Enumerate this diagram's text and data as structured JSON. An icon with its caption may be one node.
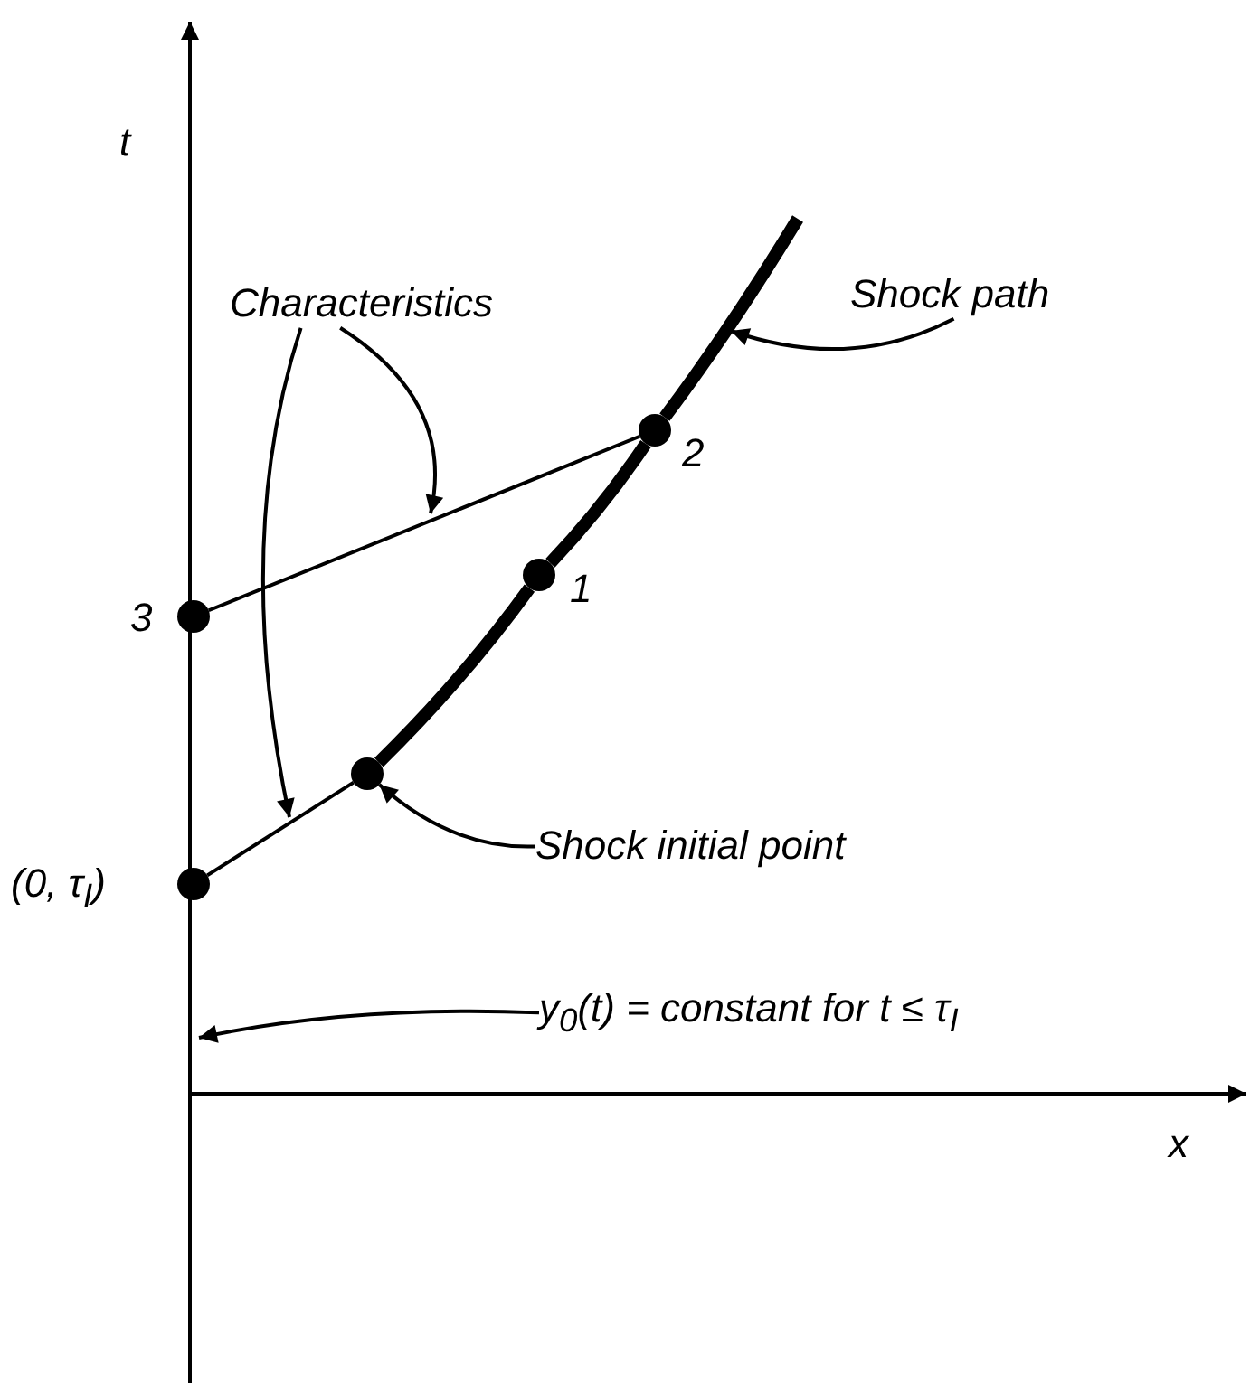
{
  "diagram": {
    "nodes": [
      {
        "text": [
          "Characteristics"
        ]
      },
      {
        "text": [
          "Shock path"
        ]
      },
      {
        "text": [],
        "shape": "circle",
        "beside": [
          "2"
        ]
      },
      {
        "text": [],
        "shape": "circle",
        "beside": [
          "1"
        ]
      },
      {
        "text": [],
        "shape": "circle",
        "beside": [
          "3"
        ]
      },
      {
        "text": [],
        "shape": "circle"
      },
      {
        "text": [
          "Shock initial point"
        ]
      },
      {
        "text": [],
        "shape": "circle",
        "beside": [
          "(0, τ$_{I}$)"
        ]
      },
      {
        "text": [
          "y$_{0}$(t) = constant for t ≤ τ$_{I}$"
        ]
      }
    ],
    "edges": [
      {
        "from": 4,
        "to": 2,
        "arrow": "none"
      },
      {
        "from": 7,
        "to": 5,
        "arrow": "none"
      },
      {
        "from": 5,
        "to": 3,
        "arrow": "none",
        "style": "thick"
      },
      {
        "from": 3,
        "to": 2,
        "arrow": "none",
        "style": "thick"
      },
      {
        "from": 2,
        "to": null,
        "arrow": "none",
        "style": "thick"
      },
      {
        "from": 0,
        "to": null,
        "arrow": "to"
      },
      {
        "from": 0,
        "to": null,
        "arrow": "to"
      },
      {
        "from": 1,
        "to": null,
        "arrow": "to"
      },
      {
        "from": 6,
        "to": 5,
        "arrow": "to"
      },
      {
        "from": 8,
        "to": null,
        "arrow": "to"
      }
    ],
    "labels": [
      "t",
      "x"
    ]
  }
}
